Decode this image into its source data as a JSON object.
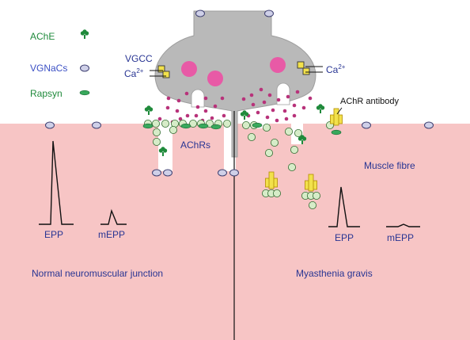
{
  "legend": {
    "ache": "AChE",
    "vgnacs": "VGNaCs",
    "rapsyn": "Rapsyn"
  },
  "labels": {
    "vgcc": "VGCC",
    "ca_left_base": "Ca",
    "ca_left_sup": "2+",
    "ca_right_base": "Ca",
    "ca_right_sup": "2+",
    "achrs": "AChRs",
    "achr_antibody": "AChR antibody",
    "muscle_fibre": "Muscle fibre",
    "epp_left": "EPP",
    "mepp_left": "mEPP",
    "epp_right": "EPP",
    "mepp_right": "mEPP",
    "normal_title": "Normal neuromuscular junction",
    "mg_title": "Myasthenia gravis"
  },
  "colors": {
    "muscle": "#f7c5c5",
    "terminal": "#b9b9b9",
    "vesicle": "#e85aa6",
    "ach_molecule": "#b8327a",
    "achr_fill": "#d6ecc8",
    "rapsyn": "#38a85c",
    "ache": "#1f8a3b",
    "vgnac_fill": "#cfd0e8",
    "antibody_fill": "#f2e14b",
    "antibody_stroke": "#b28d00",
    "text_green": "#1f8a3b",
    "text_blue": "#3a4fc4",
    "text_navy": "#283593"
  }
}
